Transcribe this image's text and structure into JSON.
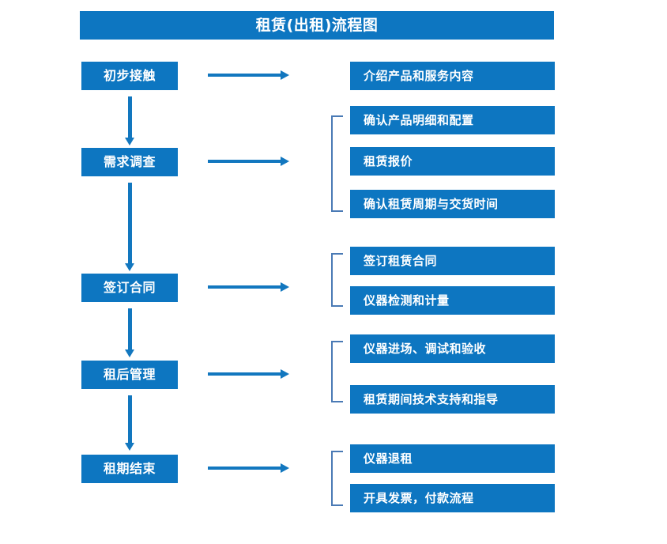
{
  "title": {
    "text": "租赁(出租)流程图"
  },
  "colors": {
    "box_blue": "#0d76c1",
    "arrow_blue": "#1277bf",
    "bracket_blue": "#4a7ab5",
    "text_white": "#ffffff",
    "background": "#ffffff"
  },
  "stages": [
    {
      "label": "初步接触"
    },
    {
      "label": "需求调查"
    },
    {
      "label": "签订合同"
    },
    {
      "label": "租后管理"
    },
    {
      "label": "租期结束"
    }
  ],
  "details": [
    {
      "label": "介绍产品和服务内容"
    },
    {
      "label": "确认产品明细和配置"
    },
    {
      "label": "租赁报价"
    },
    {
      "label": "确认租赁周期与交货时间"
    },
    {
      "label": "签订租赁合同"
    },
    {
      "label": "仪器检测和计量"
    },
    {
      "label": "仪器进场、调试和验收"
    },
    {
      "label": "租赁期间技术支持和指导"
    },
    {
      "label": "仪器退租"
    },
    {
      "label": "开具发票，付款流程"
    }
  ]
}
